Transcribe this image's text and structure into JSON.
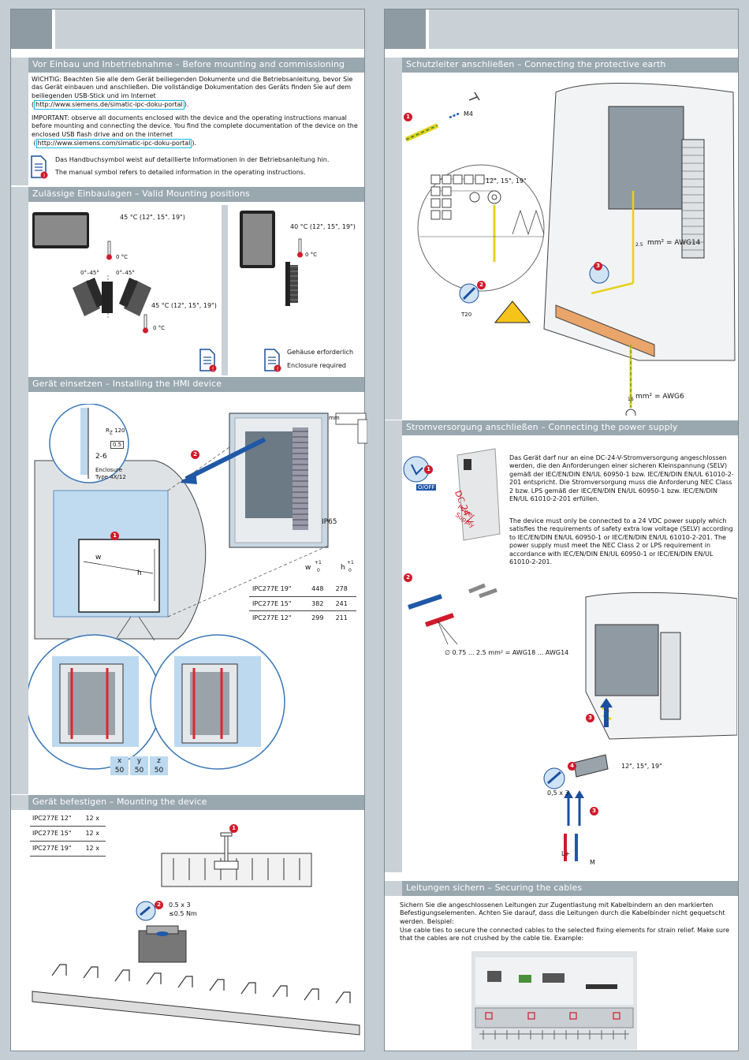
{
  "left": {
    "s1": {
      "title": "Vor Einbau und Inbetriebnahme – Before mounting and commissioning",
      "de_text": "WICHTIG: Beachten Sie alle dem Gerät beiliegenden Dokumente und die Betriebsanleitung, bevor Sie das Gerät einbauen und anschließen. Die vollständige Dokumentation des Geräts finden Sie auf dem beiliegenden USB-Stick und im Internet",
      "en_text": "IMPORTANT: observe all documents enclosed with the device and the operating instructions manual before mounting and connecting the device. You find the complete documentation of the device on the enclosed USB flash drive and on the internet",
      "link": "http://www.siemens.de/simatic-ipc-doku-portal",
      "link2": "http://www.siemens.com/simatic-ipc-doku-portal",
      "note_de": "Das Handbuchsymbol weist auf detaillierte Informationen in der Betriebsanleitung hin.",
      "note_en": "The manual symbol refers to detailed information in the operating instructions."
    },
    "s2": {
      "title": "Zulässige Einbaulagen – Valid Mounting positions",
      "temp_landscape": "45 °C (12\", 15\". 19\")",
      "temp_zero": "0 °C",
      "angle_left": "0°–45°",
      "angle_right": "0°–45°",
      "temp_tilted": "45 °C (12\", 15\", 19\")",
      "temp_zero2": "0 °C",
      "temp_portrait": "40 °C (12\", 15\", 19\")",
      "temp_zero3": "0 °C",
      "enclosure_de": "Gehäuse erforderlich",
      "enclosure_en": "Enclosure required"
    },
    "s3": {
      "title": "Gerät einsetzen – Installing the HMI device",
      "rz_label": "R",
      "rz_sub": "Z",
      "rz_val": "120",
      "flatness": "0.5",
      "thickness": "2-6",
      "enclosure": "Enclosure",
      "enclosure_type": "Type 4X/12",
      "mm": "mm",
      "ip": "IP65",
      "w": "w",
      "h": "h",
      "table_head": [
        "w",
        "h"
      ],
      "tol": "+1",
      "tol0": "0",
      "rows": [
        [
          "IPC277E 19\"",
          "448",
          "278"
        ],
        [
          "IPC277E 15\"",
          "382",
          "241"
        ],
        [
          "IPC277E 12\"",
          "299",
          "211"
        ]
      ],
      "xyz_labels": [
        "x",
        "y",
        "z"
      ],
      "xyz_values": [
        "50",
        "50",
        "50"
      ]
    },
    "s4": {
      "title": "Gerät befestigen – Mounting the device",
      "rows": [
        [
          "IPC277E 12\"",
          "12 x"
        ],
        [
          "IPC277E 15\"",
          "12 x"
        ],
        [
          "IPC277E 19\"",
          "12 x"
        ]
      ],
      "screw": "0.5 x 3",
      "torque": "≤0.5 Nm"
    }
  },
  "right": {
    "s1": {
      "title": "Schutzleiter anschließen – Connecting the protective earth",
      "m4": "M4",
      "sizes": "12\", 15\", 19\"",
      "t20": "T20",
      "awg14_pre": "2.5",
      "awg14": "mm² = AWG14",
      "awg6_pre": "16",
      "awg6": "mm² = AWG6"
    },
    "s2": {
      "title": "Stromversorgung anschließen – Connecting the power supply",
      "onoff": "O/OFF",
      "dc": "DC 24 V",
      "power": "Power",
      "supply": "Supply",
      "de_text": "Das Gerät darf nur an eine DC-24-V-Stromversorgung angeschlossen werden, die den Anforderungen einer sicheren Kleinspannung (SELV) gemäß der IEC/EN/DIN EN/UL 60950-1 bzw. IEC/EN/DIN EN/UL 61010-2-201 entspricht. Die Stromversorgung muss die Anforderung NEC Class 2 bzw. LPS gemäß der IEC/EN/DIN EN/UL 60950-1 bzw. IEC/EN/DIN EN/UL 61010-2-201 erfüllen.",
      "en_text": "The device must only be connected to a 24 VDC power supply which satisfies the requirements of safety extra low voltage (SELV) according to IEC/EN/DIN EN/UL 60950-1 or IEC/EN/DIN EN/UL 61010-2-201. The power supply must meet the NEC Class 2 or LPS requirement in accordance with IEC/EN/DIN EN/UL 60950-1 or IEC/EN/DIN EN/UL 61010-2-201.",
      "wire": "∅  0.75 ... 2.5 mm² = AWG18 ... AWG14",
      "sizes": "12\", 15\", 19\"",
      "screw": "0,5 x 3",
      "lplus": "L+",
      "m": "M"
    },
    "s3": {
      "title": "Leitungen sichern – Securing the cables",
      "de_text": "Sichern Sie die angeschlossenen Leitungen zur Zugentlastung mit Kabelbindern an den markierten Befestigungselementen. Achten Sie darauf, dass die Leitungen durch die Kabelbinder nicht gequetscht werden. Beispiel:",
      "en_text": "Use cable ties to secure the connected cables to the selected fixing elements for strain relief. Make sure that the cables are not crushed by the cable tie. Example:"
    }
  },
  "badges": [
    "1",
    "2",
    "3",
    "4"
  ]
}
